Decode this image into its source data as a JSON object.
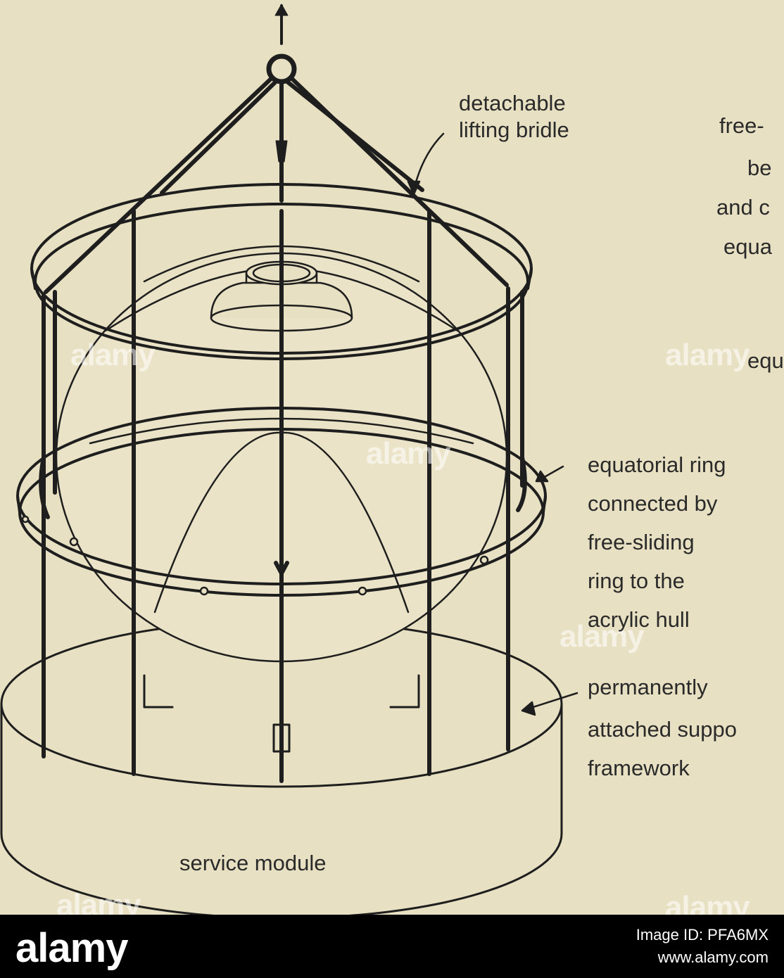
{
  "labels": {
    "bridle_1": "detachable",
    "bridle_2": "lifting bridle",
    "partial_1": "free-",
    "partial_2": "be",
    "partial_3": "and c",
    "partial_4": "equa",
    "partial_5": "equ",
    "ring_1": "equatorial ring",
    "ring_2": "connected by",
    "ring_3": "free-sliding",
    "ring_4": "ring to the",
    "ring_5": "acrylic hull",
    "frame_1": "permanently",
    "frame_2": "attached suppo",
    "frame_3": "framework",
    "module": "service module"
  },
  "watermark": "alamy",
  "footer": {
    "logo": "alamy",
    "image_id": "Image ID: PFA6MX",
    "url": "www.alamy.com"
  },
  "colors": {
    "paper": "#e8e0c3",
    "ink": "#1e1e1e",
    "footer_bg": "#000000"
  }
}
